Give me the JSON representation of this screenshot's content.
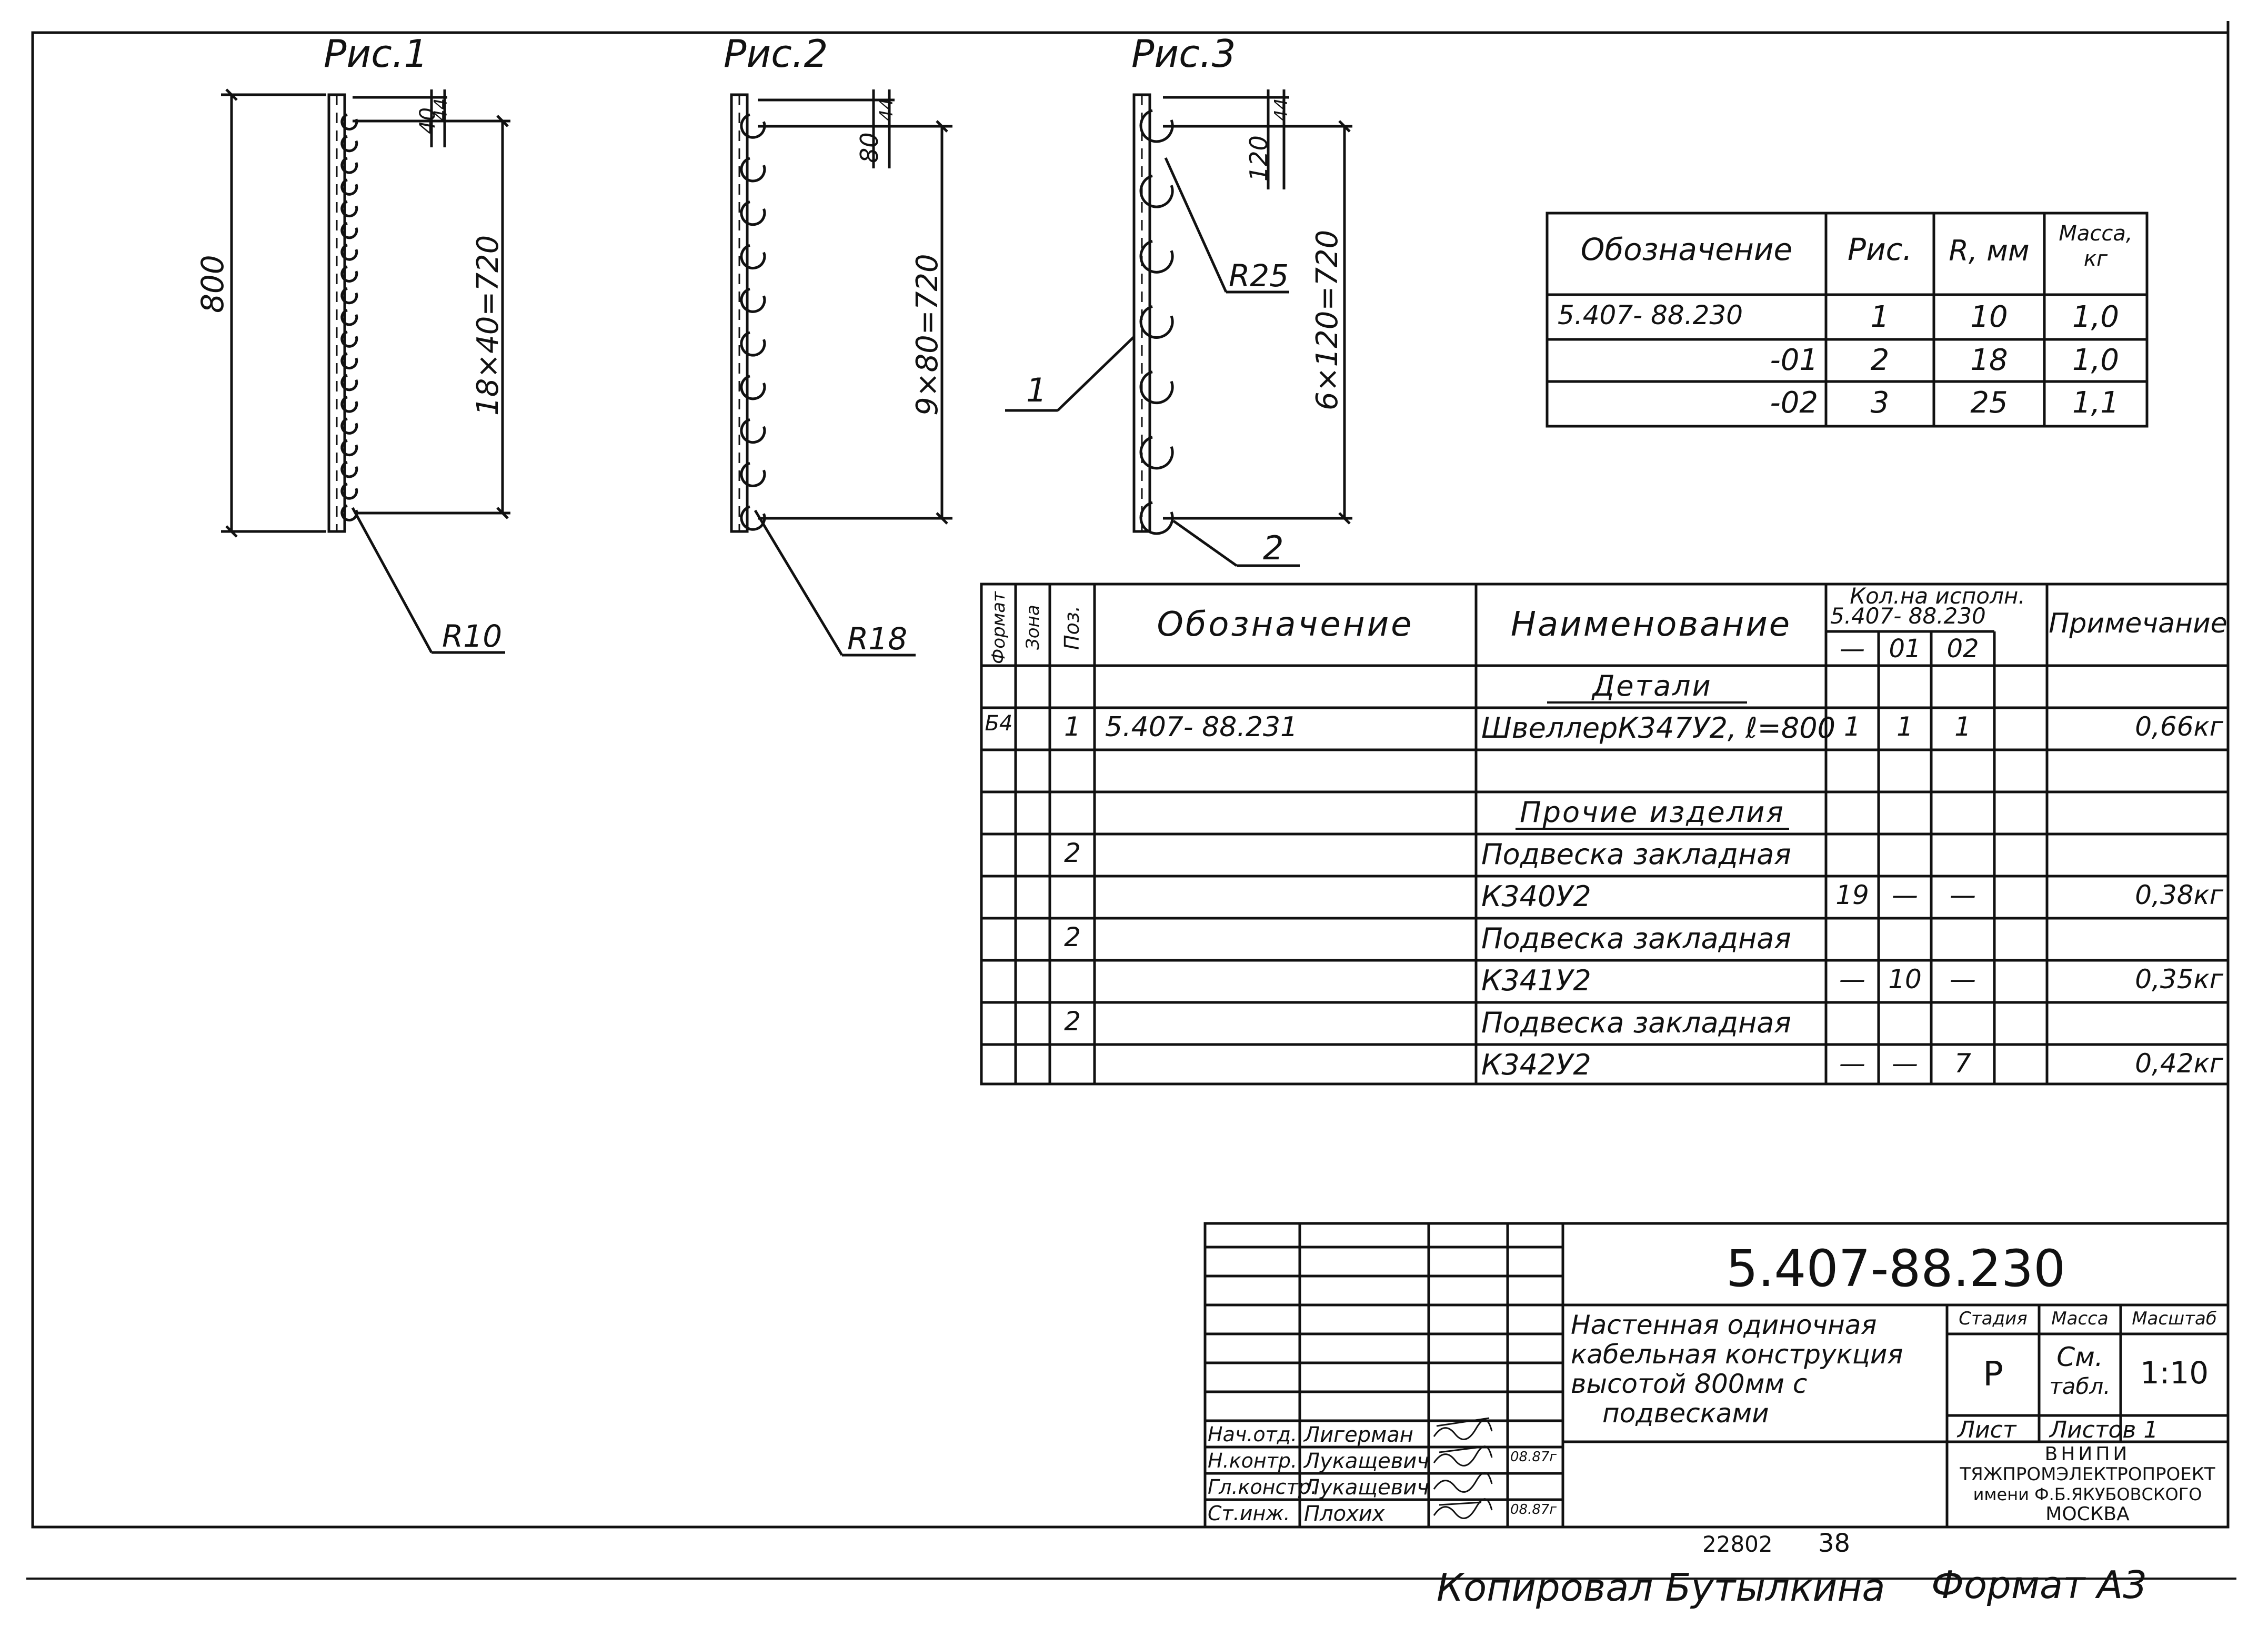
{
  "figures": [
    {
      "title": "Рис.1",
      "overall": "800",
      "step_top": "40",
      "step_top2": "44",
      "span": "18×40=720",
      "radius": "R10"
    },
    {
      "title": "Рис.2",
      "step_top": "80",
      "step_top2": "44",
      "span": "9×80=720",
      "radius": "R18"
    },
    {
      "title": "Рис.3",
      "step_top": "120",
      "step_top2": "44",
      "span": "6×120=720",
      "radius": "R25",
      "pos1": "1",
      "pos2": "2"
    }
  ],
  "variants_table": {
    "headers": [
      "Обозначение",
      "Рис.",
      "R, мм",
      "Масса, кг"
    ],
    "rows": [
      [
        "5.407- 88.230",
        "1",
        "10",
        "1,0"
      ],
      [
        "-01",
        "2",
        "18",
        "1,0"
      ],
      [
        "-02",
        "3",
        "25",
        "1,1"
      ]
    ]
  },
  "spec_table": {
    "headers": {
      "format": "Формат",
      "zone": "Зона",
      "pos": "Поз.",
      "designation": "Обозначение",
      "name": "Наименование",
      "qty_title": "Кол.на исполн.",
      "qty_doc": "5.407- 88.230",
      "qty_cols": [
        "—",
        "01",
        "02"
      ],
      "note": "Примечание"
    },
    "rows": [
      {
        "format": "",
        "pos": "",
        "designation": "",
        "name": "Детали",
        "q0": "",
        "q1": "",
        "q2": "",
        "note": ""
      },
      {
        "format": "Б4",
        "pos": "1",
        "designation": "5.407- 88.231",
        "name": "ШвеллерК347У2, ℓ=800",
        "q0": "1",
        "q1": "1",
        "q2": "1",
        "note": "0,66кг"
      },
      {
        "format": "",
        "pos": "",
        "designation": "",
        "name": "",
        "q0": "",
        "q1": "",
        "q2": "",
        "note": ""
      },
      {
        "format": "",
        "pos": "",
        "designation": "",
        "name": "Прочие изделия",
        "q0": "",
        "q1": "",
        "q2": "",
        "note": ""
      },
      {
        "format": "",
        "pos": "2",
        "designation": "",
        "name": "Подвеска закладная",
        "q0": "",
        "q1": "",
        "q2": "",
        "note": ""
      },
      {
        "format": "",
        "pos": "",
        "designation": "",
        "name": "К340У2",
        "q0": "19",
        "q1": "—",
        "q2": "—",
        "note": "0,38кг"
      },
      {
        "format": "",
        "pos": "2",
        "designation": "",
        "name": "Подвеска закладная",
        "q0": "",
        "q1": "",
        "q2": "",
        "note": ""
      },
      {
        "format": "",
        "pos": "",
        "designation": "",
        "name": "К341У2",
        "q0": "—",
        "q1": "10",
        "q2": "—",
        "note": "0,35кг"
      },
      {
        "format": "",
        "pos": "2",
        "designation": "",
        "name": "Подвеска закладная",
        "q0": "",
        "q1": "",
        "q2": "",
        "note": ""
      },
      {
        "format": "",
        "pos": "",
        "designation": "",
        "name": "К342У2",
        "q0": "—",
        "q1": "—",
        "q2": "7",
        "note": "0,42кг"
      }
    ]
  },
  "title_block": {
    "doc_number": "5.407-88.230",
    "title_lines": [
      "Настенная одиночная",
      "кабельная конструкция",
      "высотой 800мм с",
      "подвесками"
    ],
    "stage_label": "Стадия",
    "mass_label": "Масса",
    "scale_label": "Масштаб",
    "stage": "Р",
    "mass_1": "См.",
    "mass_2": "табл.",
    "scale": "1:10",
    "sheet_label": "Лист",
    "sheets_label": "Листов 1",
    "org_lines": [
      "ВНИПИ",
      "ТЯЖПРОМЭЛЕКТРОПРОЕКТ",
      "имени Ф.Б.ЯКУБОВСКОГО",
      "МОСКВА"
    ],
    "people": [
      {
        "role": "Нач.отд.",
        "name": "Лигерман",
        "date": ""
      },
      {
        "role": "Н.контр.",
        "name": "Лукащевич",
        "date": "08.87г"
      },
      {
        "role": "Гл.констр.",
        "name": "Лукащевич",
        "date": ""
      },
      {
        "role": "Ст.инж.",
        "name": "Плохих",
        "date": "08.87г"
      }
    ]
  },
  "footer": {
    "code": "22802",
    "page": "38",
    "copied_by": "Копировал Бутылкина",
    "format": "Формат А3"
  }
}
